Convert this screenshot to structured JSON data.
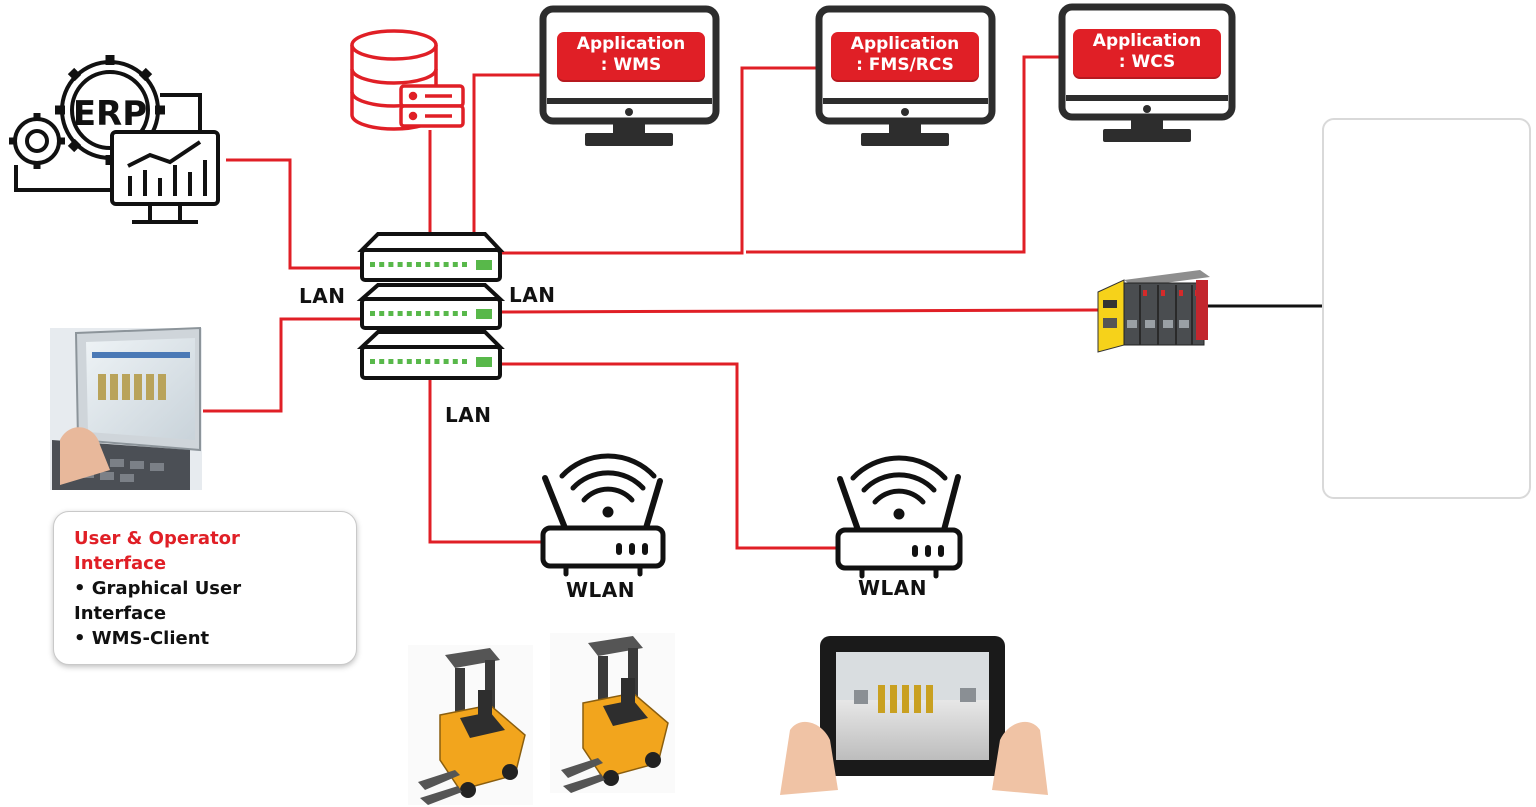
{
  "applications": [
    {
      "line1": "Application",
      "line2": ": WMS"
    },
    {
      "line1": "Application",
      "line2": ": FMS/RCS"
    },
    {
      "line1": "Application",
      "line2": ": WCS"
    }
  ],
  "erp_icon": {
    "text": "ERP"
  },
  "network_labels": {
    "lan_left": "LAN",
    "lan_right": "LAN",
    "lan_bottom": "LAN",
    "wlan_1": "WLAN",
    "wlan_2": "WLAN"
  },
  "user_interface": {
    "title": "User & Operator Interface",
    "bullet_1": "• Graphical User Interface",
    "bullet_2": "• WMS-Client"
  },
  "icons": {
    "database": "database-server-icon",
    "erp": "erp-gears-icon",
    "switch": "network-switch-icon",
    "router": "wifi-router-icon",
    "forklift": "forklift-agv-icon",
    "tablet": "tablet-icon",
    "plc": "plc-controller-icon"
  },
  "colors": {
    "accent_red": "#e01f26",
    "line_black": "#111111",
    "switch_led": "#58b84a",
    "forklift_yellow": "#f2a51d"
  }
}
